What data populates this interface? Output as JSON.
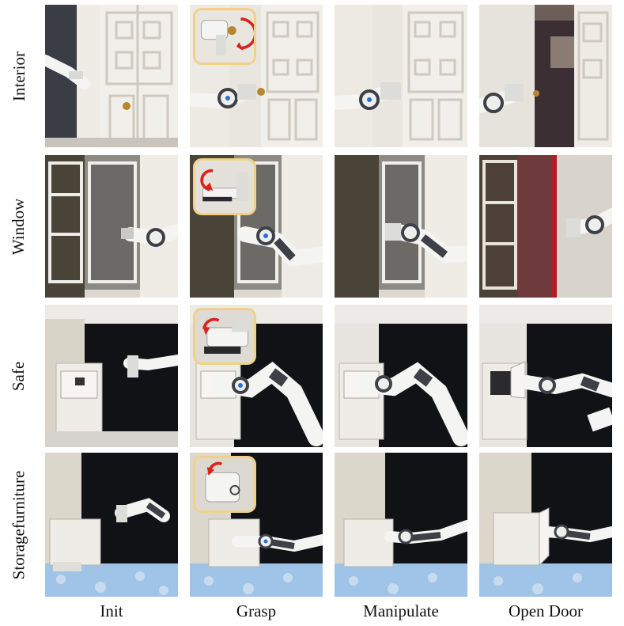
{
  "rows": [
    {
      "label": "Interior"
    },
    {
      "label": "Window"
    },
    {
      "label": "Safe"
    },
    {
      "label": "Storagefurniture"
    }
  ],
  "columns": [
    {
      "label": "Init"
    },
    {
      "label": "Grasp"
    },
    {
      "label": "Manipulate"
    },
    {
      "label": "Open Door"
    }
  ],
  "colors": {
    "inset_border": "#f2d088",
    "arrow": "#d9231d",
    "wall_dark": "#101216",
    "robot_white": "#f3f3f1",
    "robot_joint": "#3d4047",
    "floor_blue": "#9fc4e8"
  }
}
